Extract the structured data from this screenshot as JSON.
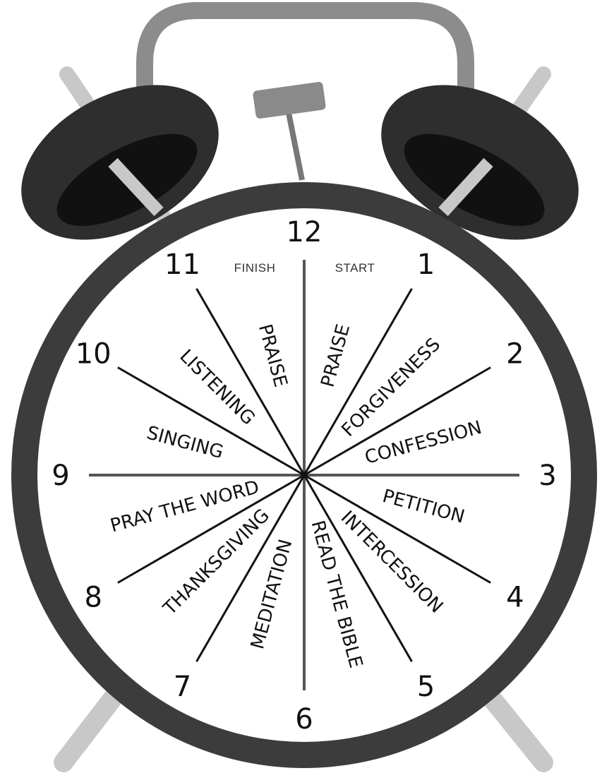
{
  "clock": {
    "top_labels": {
      "finish": "FINISH",
      "start": "START"
    },
    "numbers": [
      "12",
      "1",
      "2",
      "3",
      "4",
      "5",
      "6",
      "7",
      "8",
      "9",
      "10",
      "11"
    ],
    "segments": [
      "PRAISE",
      "FORGIVENESS",
      "CONFESSION",
      "PETITION",
      "INTERCESSION",
      "READ THE BIBLE",
      "MEDITATION",
      "THANKSGIVING",
      "PRAY THE WORD",
      "SINGING",
      "LISTENING",
      "PRAISE"
    ],
    "colors": {
      "rim": "#3c3c3c",
      "bells": "#2e2e2e",
      "handle": "#8c8c8c",
      "legs": "#c8c8c8",
      "face": "#ffffff",
      "lines": "#111111"
    }
  }
}
